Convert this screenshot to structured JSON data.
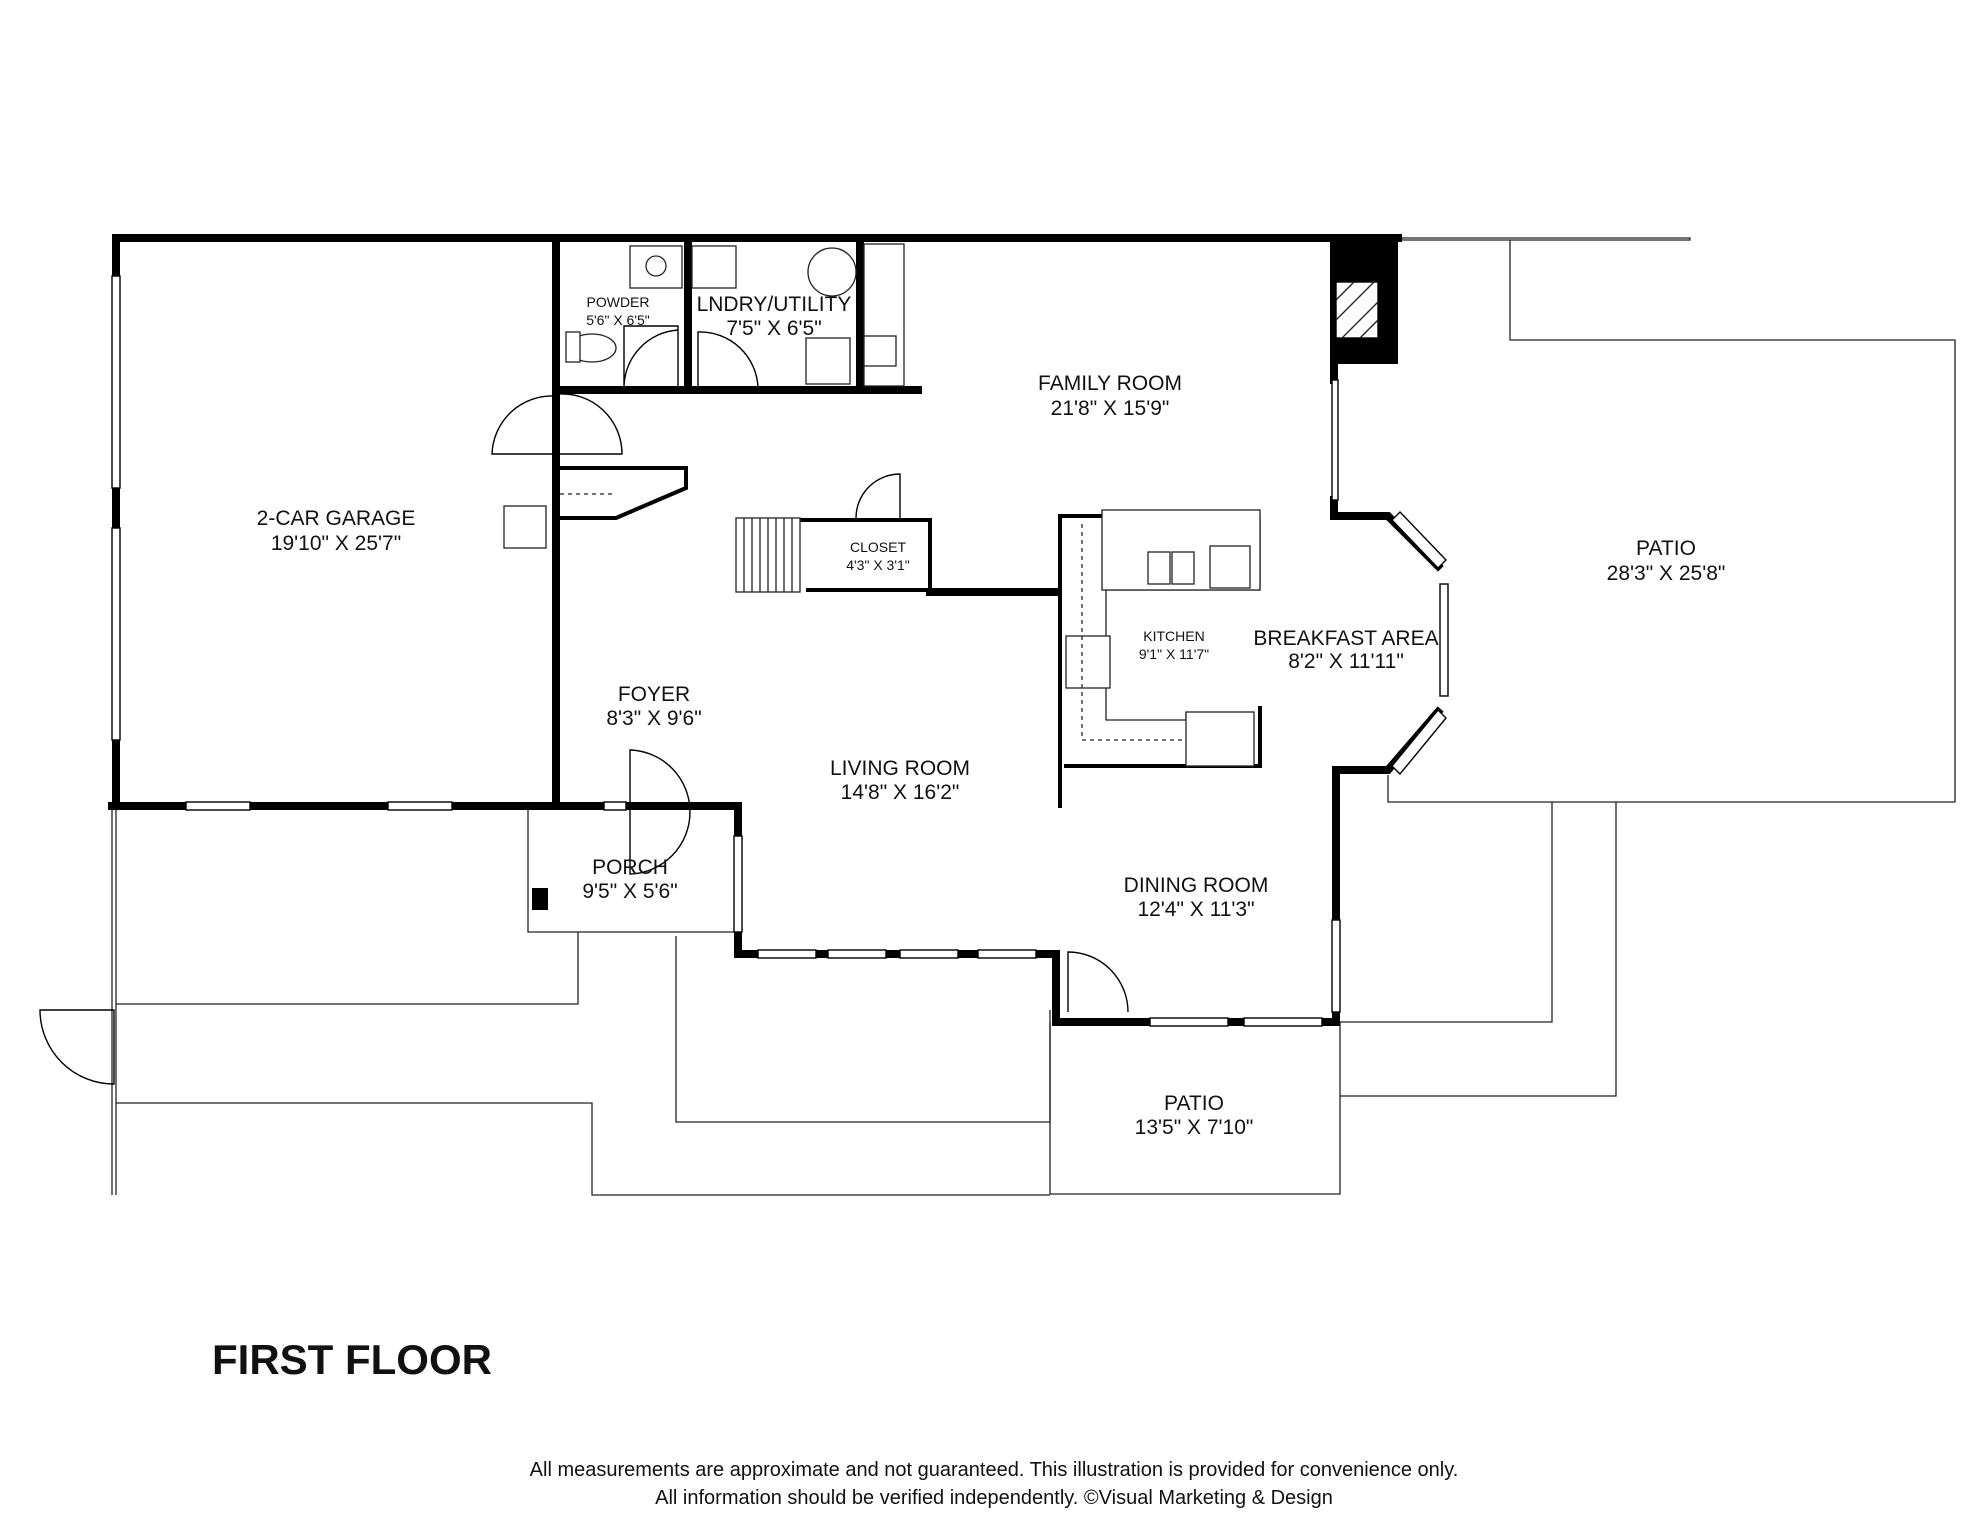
{
  "title": "FIRST FLOOR",
  "disclaimer": {
    "line1": "All measurements are approximate and not guaranteed. This illustration is provided for convenience only.",
    "line2": "All information should be verified independently. ©Visual Marketing & Design"
  },
  "rooms": {
    "garage": {
      "name": "2-CAR GARAGE",
      "size": "19'10\" X 25'7\""
    },
    "powder": {
      "name": "POWDER",
      "size": "5'6\" X 6'5\""
    },
    "laundry": {
      "name": "LNDRY/UTILITY",
      "size": "7'5\" X 6'5\""
    },
    "family": {
      "name": "FAMILY ROOM",
      "size": "21'8\" X 15'9\""
    },
    "closet": {
      "name": "CLOSET",
      "size": "4'3\" X 3'1\""
    },
    "kitchen": {
      "name": "KITCHEN",
      "size": "9'1\" X 11'7\""
    },
    "breakfast": {
      "name": "BREAKFAST AREA",
      "size": "8'2\" X 11'11\""
    },
    "patio_east": {
      "name": "PATIO",
      "size": "28'3\" X 25'8\""
    },
    "foyer": {
      "name": "FOYER",
      "size": "8'3\" X 9'6\""
    },
    "living": {
      "name": "LIVING ROOM",
      "size": "14'8\" X 16'2\""
    },
    "porch": {
      "name": "PORCH",
      "size": "9'5\" X 5'6\""
    },
    "dining": {
      "name": "DINING ROOM",
      "size": "12'4\" X 11'3\""
    },
    "patio_south": {
      "name": "PATIO",
      "size": "13'5\" X 7'10\""
    }
  }
}
